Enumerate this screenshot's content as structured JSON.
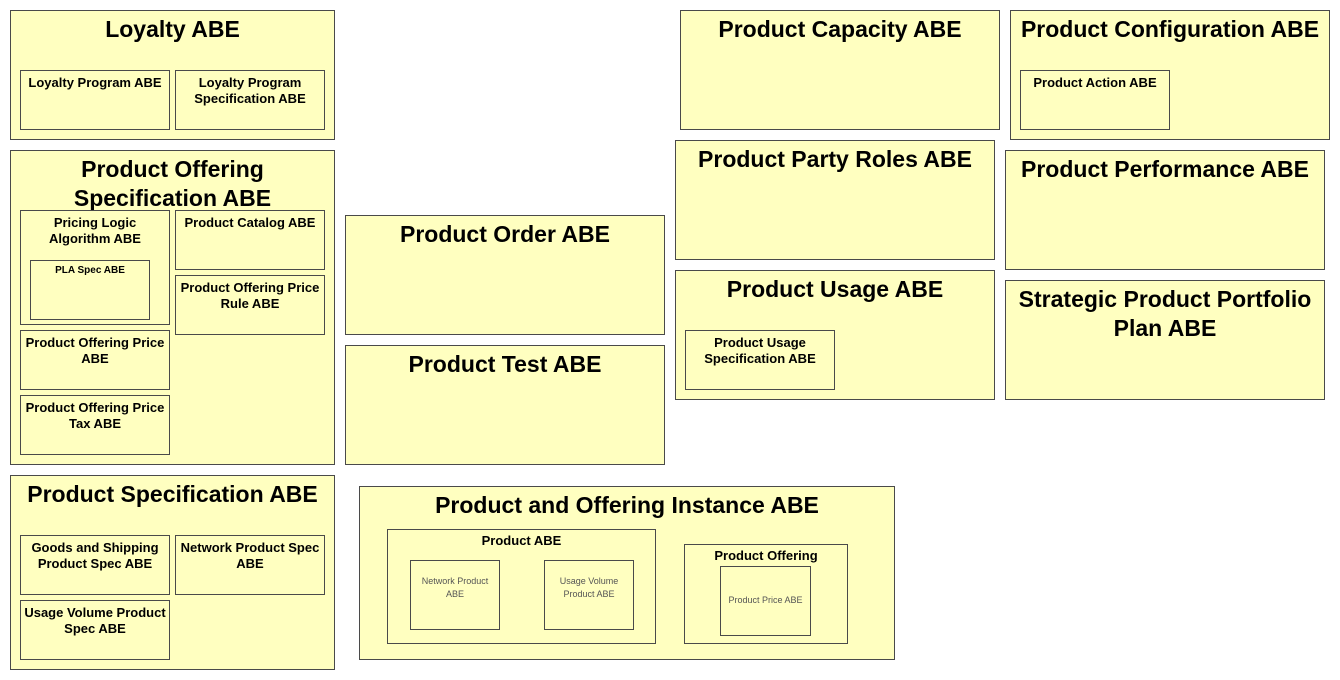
{
  "diagram": {
    "loyalty": {
      "title": "Loyalty ABE",
      "program": "Loyalty Program ABE",
      "program_spec": "Loyalty Program Specification ABE"
    },
    "product_offering_spec": {
      "title": "Product Offering Specification ABE",
      "pricing_logic": "Pricing Logic Algorithm ABE",
      "pla_spec": "PLA Spec ABE",
      "product_catalog": "Product Catalog ABE",
      "price_rule": "Product Offering Price Rule ABE",
      "price": "Product Offering Price ABE",
      "price_tax": "Product Offering Price Tax ABE"
    },
    "product_spec": {
      "title": "Product Specification ABE",
      "goods_shipping": "Goods and Shipping Product Spec ABE",
      "network_product": "Network Product Spec ABE",
      "usage_volume": "Usage Volume Product Spec ABE"
    },
    "product_order": {
      "title": "Product Order ABE"
    },
    "product_test": {
      "title": "Product Test ABE"
    },
    "product_instance": {
      "title": "Product and Offering Instance ABE",
      "product": {
        "title": "Product ABE",
        "network_product": "Network Product ABE",
        "usage_volume": "Usage Volume Product ABE"
      },
      "offering": {
        "title": "Product Offering",
        "price": "Product Price ABE"
      }
    },
    "product_capacity": {
      "title": "Product Capacity ABE"
    },
    "product_party_roles": {
      "title": "Product Party Roles ABE"
    },
    "product_usage": {
      "title": "Product Usage ABE",
      "spec": "Product Usage Specification ABE"
    },
    "product_configuration": {
      "title": "Product Configuration ABE",
      "action": "Product Action ABE"
    },
    "product_performance": {
      "title": "Product Performance ABE"
    },
    "strategic_portfolio": {
      "title": "Strategic Product Portfolio Plan ABE"
    }
  }
}
